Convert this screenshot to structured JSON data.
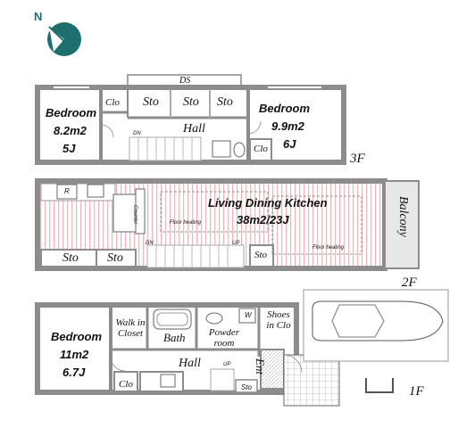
{
  "compass": {
    "label": "N"
  },
  "floor3": {
    "label": "3F",
    "ds": "DS",
    "bedroom_left": {
      "name": "Bedroom",
      "area": "8.2m2",
      "size": "5J"
    },
    "bedroom_right": {
      "name": "Bedroom",
      "area": "9.9m2",
      "size": "6J"
    },
    "clo_left": "Clo",
    "clo_right": "Clo",
    "sto": [
      "Sto",
      "Sto",
      "Sto"
    ],
    "hall": "Hall",
    "dn": "DN"
  },
  "floor2": {
    "label": "2F",
    "ldk": {
      "name": "Living Dining Kitchen",
      "size": "38m2/23J"
    },
    "balcony": "Balcony",
    "floor_heating": [
      "Floor heating",
      "Floor heating"
    ],
    "refrigerator": "R",
    "counter": "Counter",
    "sto": [
      "Sto",
      "Sto",
      "Sto"
    ],
    "dn": "DN",
    "up": "UP"
  },
  "floor1": {
    "label": "1F",
    "bedroom": {
      "name": "Bedroom",
      "area": "11m2",
      "size": "6.7J"
    },
    "walk_in_closet": "Walk in Closet",
    "bath": "Bath",
    "powder_room": "Powder room",
    "washer": "W",
    "shoes": "Shoes in Clo",
    "hall": "Hall",
    "ent": "Ent",
    "clo": "Clo",
    "sto": "Sto",
    "up": "UP"
  },
  "colors": {
    "wall": "#8c8c8c",
    "floor_stripe": "#f2c8cc",
    "compass": "#1f6e6e",
    "balcony": "#e8e8e8"
  }
}
